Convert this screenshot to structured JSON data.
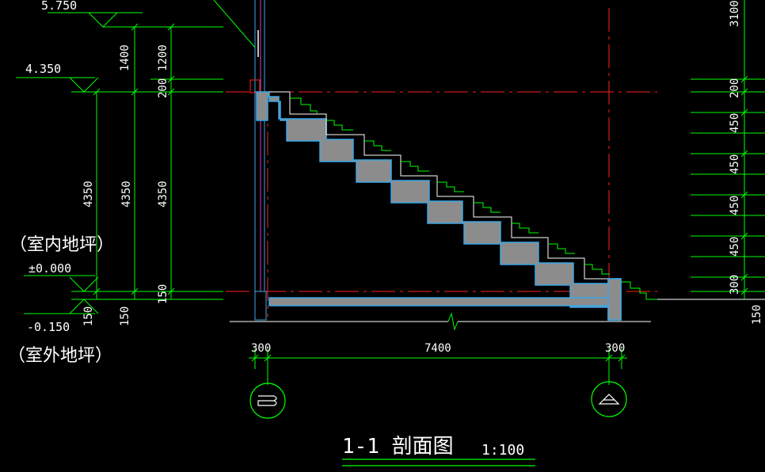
{
  "colors": {
    "background": "#000000",
    "dimension_green": "#00ff00",
    "text_white": "#ffffff",
    "axis_red": "#ff2020",
    "stair_gray": "#8c8c8c",
    "outline_cyan": "#3aa8e8",
    "wall_blue": "#2f5fe0",
    "magenta": "#d040d0"
  },
  "elevations": {
    "top": "5.750",
    "mid": "4.350",
    "floor": "±0.000",
    "outdoor": "-0.150"
  },
  "labels": {
    "indoor_floor": "（室内地坪）",
    "outdoor_ground": "（室外地坪）"
  },
  "left_dims": {
    "col1": [
      "1400",
      "4350",
      "150"
    ],
    "col2": [
      "1200",
      "200",
      "4350",
      "150"
    ],
    "col3": [
      "4350",
      "150"
    ]
  },
  "right_dims": [
    "3100",
    "200",
    "450",
    "450",
    "450",
    "450",
    "300",
    "150"
  ],
  "bottom_dims": [
    "300",
    "7400",
    "300"
  ],
  "axes": {
    "left": "B",
    "right": "A"
  },
  "title": {
    "section": "1-1  剖面图",
    "scale": "1:100"
  }
}
